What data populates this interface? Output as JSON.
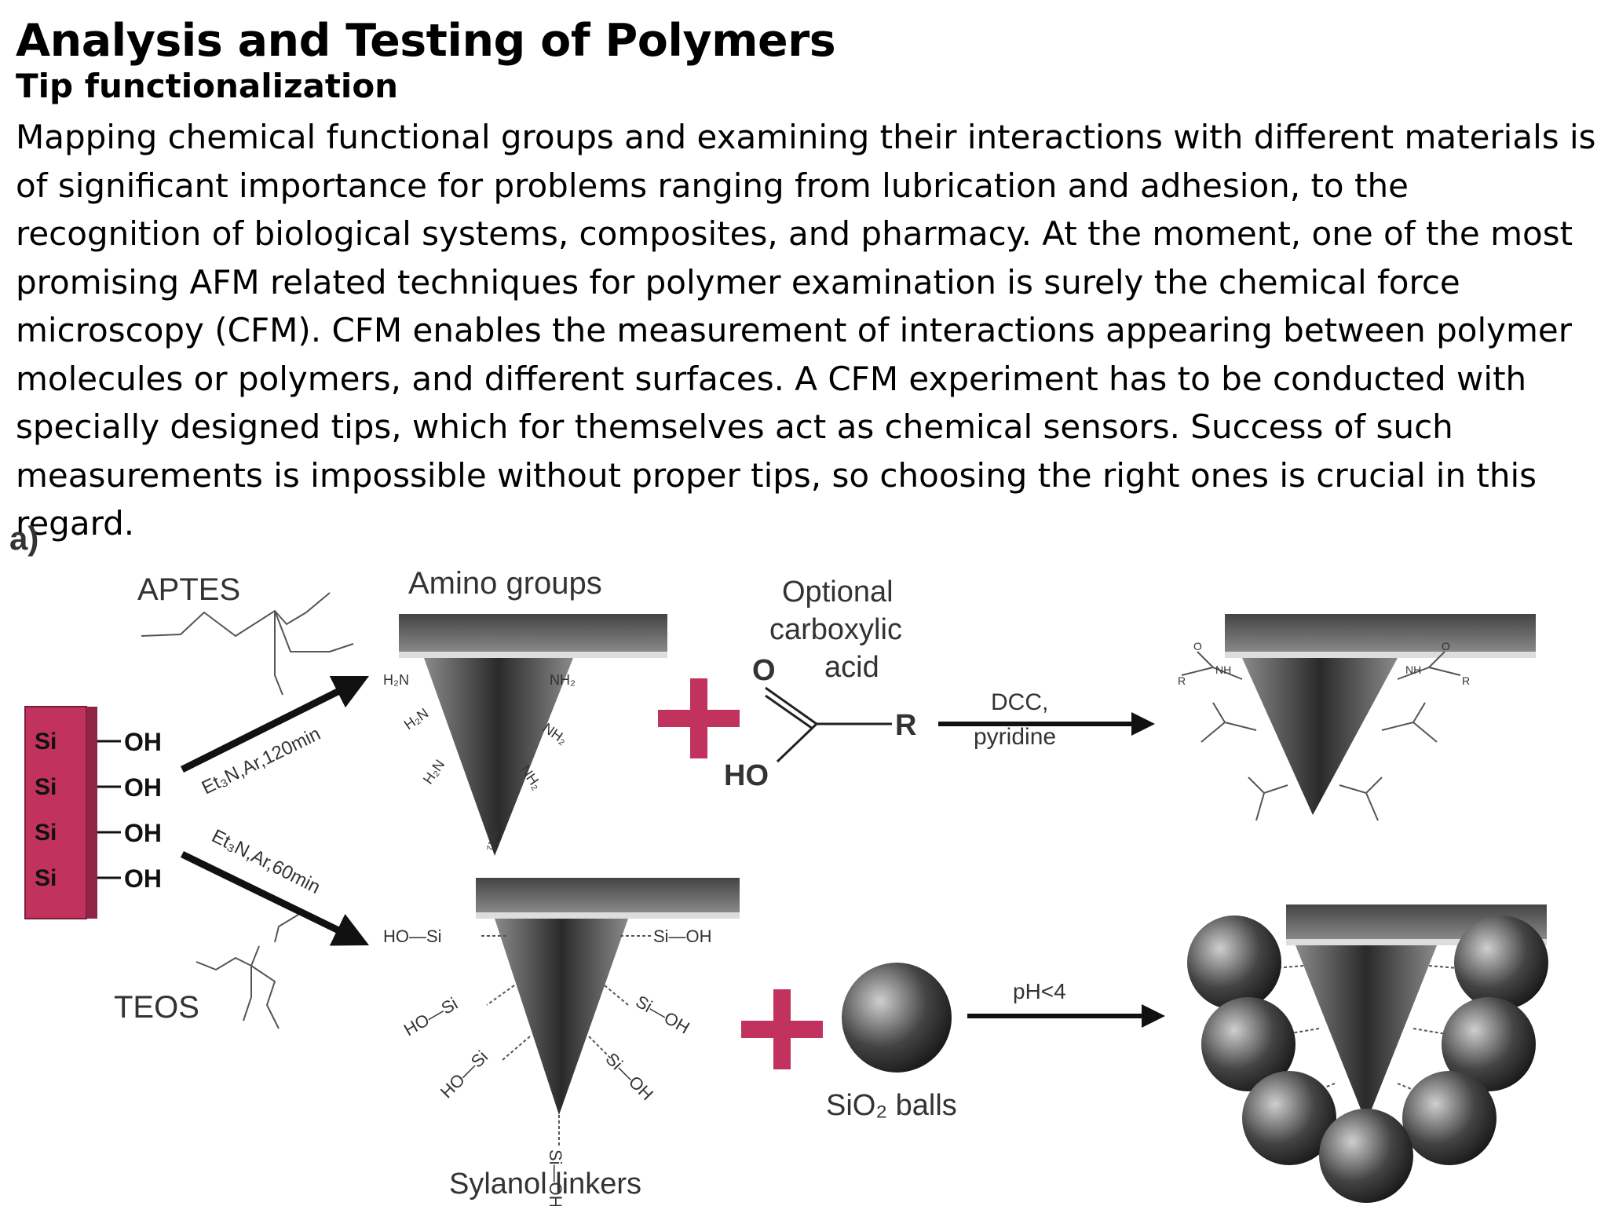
{
  "slide": {
    "title": "Analysis and Testing of Polymers",
    "subtitle": "Tip functionalization",
    "body": "Mapping chemical functional groups and examining their interactions with different materials is of significant importance for problems ranging from lubrication and adhesion, to the recognition of biological systems, composites, and pharmacy. At the moment, one of the most promising AFM related techniques for polymer examination is surely the chemical force microscopy (CFM). CFM enables the measurement of interactions appearing between polymer molecules or polymers, and different surfaces. A CFM experiment has to be conducted with specially designed tips, which for themselves act as chemical sensors. Success of such measurements is impossible without proper tips, so choosing the right ones is crucial in this regard."
  },
  "figure": {
    "panel_letter": "a)",
    "aptes_label": "APTES",
    "teos_label": "TEOS",
    "amino_label": "Amino groups",
    "optional_line1": "Optional",
    "optional_line2": "carboxylic",
    "optional_line3": "acid",
    "carbonyl_o": "O",
    "acid_r": "R",
    "acid_ho": "HO",
    "dcc_label": "DCC,",
    "pyridine_label": "pyridine",
    "cond_top": "Et₃N,Ar,120min",
    "cond_bottom": "Et₃N,Ar,60min",
    "si_label": "Si",
    "oh_label": "OH",
    "sylanol_label": "Sylanol linkers",
    "sio2_label": "SiO₂ balls",
    "ph_label": "pH<4",
    "h2n_label": "H₂N",
    "nh2_label": "NH₂",
    "ho_si_label": "HO—Si",
    "si_oh_label": "Si—OH",
    "r_small": "R",
    "o_small": "O",
    "nh_small": "NH",
    "colors": {
      "plus": "#c2325e",
      "silicon": "#c2325e",
      "arrow": "#111111"
    }
  }
}
